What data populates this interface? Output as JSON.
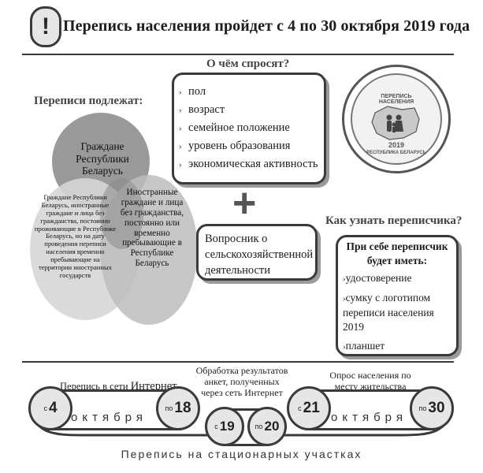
{
  "header": {
    "exclamation": "!",
    "title": "Перепись населения пройдет с  4 по 30 октября 2019 года"
  },
  "subjects": {
    "heading": "Переписи подлежат:",
    "circle_top": "Граждане Республики Беларусь",
    "circle_left": "Граждане Республики Беларусь, иностранные граждане и лица без гражданства, постоянно проживающие в Республике Беларусь, но на дату проведения переписи населения временно пребывающие на территории иностранных государств",
    "circle_right": "Иностранные граждане и лица без гражданства, постоянно или временно пребывающие в Республике Беларусь"
  },
  "questions": {
    "heading": "О чём спросят?",
    "items": [
      "пол",
      "возраст",
      "семейное положение",
      "уровень образования",
      "экономическая активность"
    ],
    "plus": "+",
    "agri": "Вопросник о сельскохозяйственной деятельности"
  },
  "stamp": {
    "top_text": "ПЕРЕПИСЬ НАСЕЛЕНИЯ",
    "year": "2019",
    "bottom_text": "РЕСПУБЛИКА БЕЛАРУСЬ"
  },
  "enumerator": {
    "heading": "Как узнать переписчика?",
    "intro": "При себе переписчик будет иметь:",
    "items": [
      "удостоверение",
      "сумку с логотипом переписи населения 2019",
      "планшет"
    ]
  },
  "timeline": {
    "internet_label_a": "Перепись в сети ",
    "internet_label_b": "Интернет",
    "processing_label": "Обработка результатов анкет, полученных через сеть Интернет",
    "survey_label": "Опрос населения по месту жительства",
    "prefix_from": "с",
    "prefix_to": "по",
    "d1": "4",
    "d2": "18",
    "d3": "19",
    "d4": "20",
    "d5": "21",
    "d6": "30",
    "month": "октября",
    "stations": "Перепись на стационарных участках"
  }
}
